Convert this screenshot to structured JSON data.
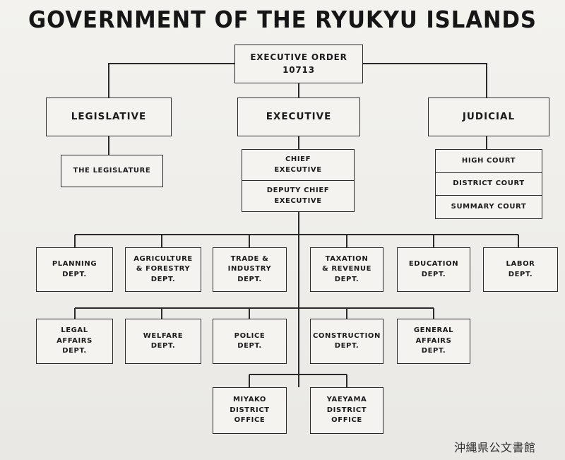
{
  "title": "GOVERNMENT OF THE RYUKYU ISLANDS",
  "executive_order": "EXECUTIVE ORDER\n10713",
  "branches": {
    "legislative": "LEGISLATIVE",
    "executive": "EXECUTIVE",
    "judicial": "JUDICIAL"
  },
  "legislature": "THE LEGISLATURE",
  "chief_executive": "CHIEF\nEXECUTIVE",
  "deputy_chief_executive": "DEPUTY CHIEF\nEXECUTIVE",
  "courts": [
    "HIGH COURT",
    "DISTRICT COURT",
    "SUMMARY COURT"
  ],
  "departments_row1": [
    "PLANNING\nDEPT.",
    "AGRICULTURE\n& FORESTRY\nDEPT.",
    "TRADE &\nINDUSTRY\nDEPT.",
    "TAXATION\n& REVENUE\nDEPT.",
    "EDUCATION\nDEPT.",
    "LABOR\nDEPT."
  ],
  "departments_row2": [
    "LEGAL\nAFFAIRS\nDEPT.",
    "WELFARE\nDEPT.",
    "POLICE\nDEPT.",
    "CONSTRUCTION\nDEPT.",
    "GENERAL\nAFFAIRS\nDEPT."
  ],
  "district_offices": [
    "MIYAKO\nDISTRICT\nOFFICE",
    "YAEYAMA\nDISTRICT\nOFFICE"
  ],
  "archive_stamp": "沖縄県公文書館"
}
